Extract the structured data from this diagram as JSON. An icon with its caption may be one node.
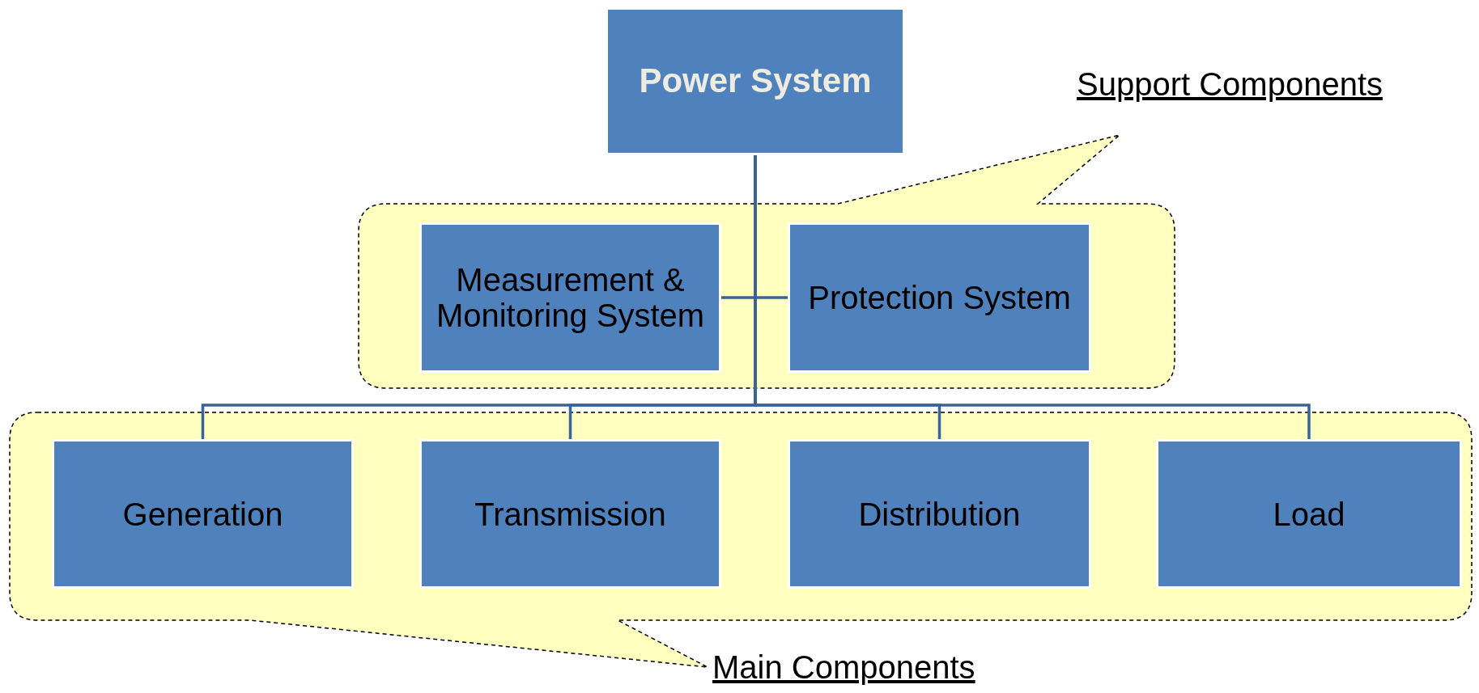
{
  "diagram": {
    "nodes": [
      {
        "text": [
          "Power System"
        ]
      },
      {
        "text": [
          "Support Components"
        ]
      },
      {
        "text": [
          "Measurement & Monitoring System"
        ],
        "in": 1
      },
      {
        "text": [
          "Protection System"
        ],
        "in": 1
      },
      {
        "text": [
          "Main Components"
        ]
      },
      {
        "text": [
          "Generation"
        ],
        "in": 4
      },
      {
        "text": [
          "Transmission"
        ],
        "in": 4
      },
      {
        "text": [
          "Distribution"
        ],
        "in": 4
      },
      {
        "text": [
          "Load"
        ],
        "in": 4
      }
    ],
    "edges": [
      {
        "from": 0,
        "to": 5,
        "arrow": "none"
      },
      {
        "from": 0,
        "to": 6,
        "arrow": "none"
      },
      {
        "from": 0,
        "to": 7,
        "arrow": "none"
      },
      {
        "from": 0,
        "to": 8,
        "arrow": "none"
      },
      {
        "from": 2,
        "to": 3,
        "arrow": "none"
      }
    ]
  }
}
